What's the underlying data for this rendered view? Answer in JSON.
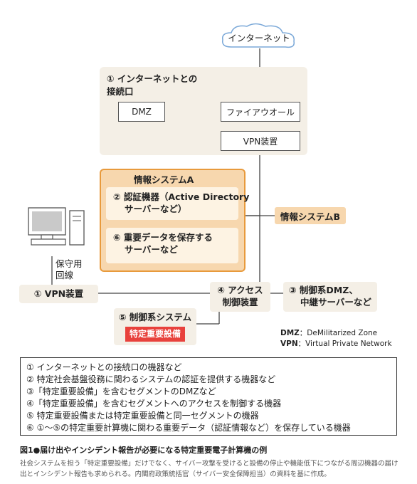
{
  "diagram": {
    "cloud_label": "インターネット",
    "gateway_panel": {
      "title_line1": "① インターネットとの",
      "title_line2": "接続口",
      "dmz": "DMZ",
      "firewall": "ファイアウオール",
      "vpn": "VPN装置"
    },
    "system_a": {
      "title": "情報システムA",
      "auth_line1": "② 認証機器（Active Directory",
      "auth_line2": "サーバーなど）",
      "data_line1": "⑥ 重要データを保存する",
      "data_line2": "サーバーなど"
    },
    "system_b": "情報システムB",
    "maintenance_line1": "保守用",
    "maintenance_line2": "回線",
    "vpn_device": "① VPN装置",
    "access_control_line1": "④ アクセス",
    "access_control_line2": "制御装置",
    "control_dmz_line1": "③ 制御系DMZ、",
    "control_dmz_line2": "中継サーバーなど",
    "control_system": "⑤ 制御系システム",
    "critical_facility_tag": "特定重要設備",
    "abbreviations": [
      {
        "abbr": "DMZ",
        "desc": "：DeMilitarized Zone"
      },
      {
        "abbr": "VPN",
        "desc": "：Virtual Private Network"
      }
    ]
  },
  "legend": [
    "① インターネットとの接続口の機器など",
    "② 特定社会基盤役務に関わるシステムの認証を提供する機器など",
    "③「特定重要設備」を含むセグメントのDMZなど",
    "④「特定重要設備」を含むセグメントへのアクセスを制御する機器",
    "⑤ 特定重要設備または特定重要設備と同一セグメントの機器",
    "⑥ ①〜⑤の特定重要計算機に関わる重要データ（認証情報など）を保存している機器"
  ],
  "caption": {
    "title": "図1●届け出やインシデント報告が必要になる特定重要電子計算機の例",
    "body_line1": "社会システムを担う「特定重要設備」だけでなく、サイバー攻撃を受けると設備の停止や機能低下につながる周辺機器の届け",
    "body_line2": "出とインシデント報告も求められる。内閣府政策統括官（サイバー安全保障担当）の資料を基に作成。"
  },
  "colors": {
    "orange_border": "#e89a3c",
    "orange_fill": "#f7d7ae",
    "beige": "#f4efe6",
    "red_tag": "#e8413c"
  }
}
